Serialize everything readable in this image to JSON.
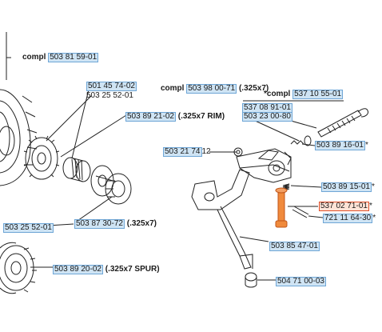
{
  "labels": {
    "compl_1": {
      "prefix": "compl",
      "pn": "503 81 59-01"
    },
    "pn_501457402": {
      "pn": "501 45 74-02"
    },
    "txt_503255201": {
      "text": "503 25 52-01"
    },
    "compl_2": {
      "prefix": "compl",
      "pn": "503 98 00-71",
      "suffix": "(.325x7)"
    },
    "compl_3": {
      "prefix": "*compl",
      "pn": "537 10 55-01"
    },
    "pn_537089101": {
      "pn": "537 08 91-01"
    },
    "pn_503230080": {
      "pn": "503 23 00-80"
    },
    "rim": {
      "pn": "503 89 21-02",
      "suffix": "(.325x7 RIM)"
    },
    "pn_50321741": {
      "pn": "503 21 74",
      "tail": "12"
    },
    "pn_503891601": {
      "pn": "503 89 16-01",
      "tail": "*"
    },
    "pn_503891501": {
      "pn": "503 89 15-01",
      "tail": "*"
    },
    "pn_537027101": {
      "pn": "537 02 71-01",
      "tail": "*"
    },
    "pn_721116430": {
      "pn": "721 11 64-30",
      "tail": "*"
    },
    "pn_503255201b": {
      "pn": "503 25 52-01"
    },
    "sprocket": {
      "pn": "503 87 30-72",
      "suffix": "(.325x7)"
    },
    "pn_503854701": {
      "pn": "503 85 47-01"
    },
    "spur": {
      "pn": "503 89 20-02",
      "suffix": "(.325x7 SPUR)"
    },
    "pn_504710003": {
      "pn": "504 71 00-03"
    }
  },
  "colors": {
    "tag_fill": "#cfe4f4",
    "tag_border": "#6fa6d6",
    "selected_fill": "#ffe3d6",
    "selected_border": "#e0502a",
    "highlight_part": "#f08a3c"
  }
}
